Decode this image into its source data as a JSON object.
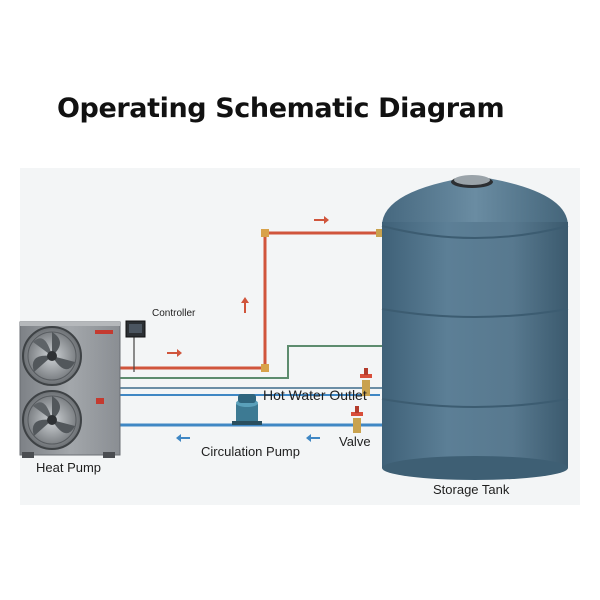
{
  "title": "Operating Schematic Diagram",
  "labels": {
    "controller": "Controller",
    "hot_water_outlet": "Hot Water Outlet",
    "valve": "Valve",
    "circulation_pump": "Circulation Pump",
    "heat_pump": "Heat Pump",
    "storage_tank": "Storage Tank"
  },
  "colors": {
    "hot_pipe": "#d0553c",
    "cold_pipe": "#3f87c4",
    "tank": "#4d6f86",
    "heat_pump_body": "#8f9398",
    "valve": "#d84e3a",
    "pump": "#3d7a93"
  },
  "icons": [
    "fan-icon",
    "controller-icon",
    "valve-icon",
    "pump-icon",
    "flow-arrow-icon"
  ]
}
